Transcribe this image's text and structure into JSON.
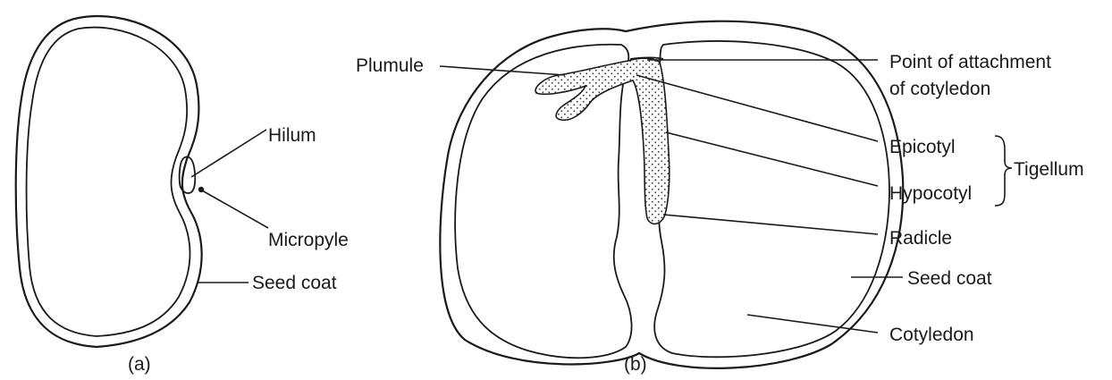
{
  "panel_a": {
    "caption": "(a)",
    "labels": {
      "hilum": "Hilum",
      "micropyle": "Micropyle",
      "seed_coat": "Seed coat"
    }
  },
  "panel_b": {
    "caption": "(b)",
    "labels": {
      "plumule": "Plumule",
      "attachment_line1": "Point of attachment",
      "attachment_line2": "of cotyledon",
      "epicotyl": "Epicotyl",
      "tigellum": "Tigellum",
      "hypocotyl": "Hypocotyl",
      "radicle": "Radicle",
      "seed_coat": "Seed coat",
      "cotyledon": "Cotyledon"
    }
  },
  "colors": {
    "ink": "#1a1a1a",
    "background": "#ffffff"
  }
}
